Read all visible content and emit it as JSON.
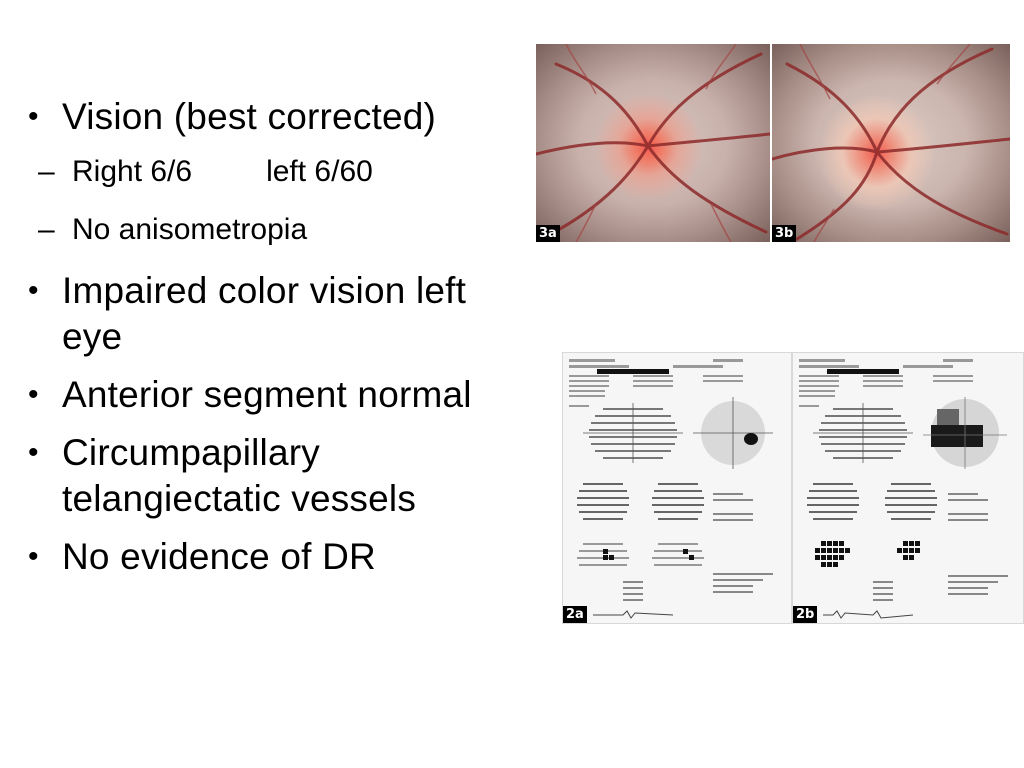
{
  "bullets": [
    {
      "text": "Vision (best corrected)"
    },
    {
      "text": "Impaired color vision left eye"
    },
    {
      "text": "Anterior segment normal"
    },
    {
      "text": "Circumpapillary telangiectatic vessels"
    },
    {
      "text": "No evidence of DR"
    }
  ],
  "sub_bullets": {
    "right_vision": "Right 6/6",
    "left_vision": "left 6/60",
    "anisometropia": "No anisometropia"
  },
  "bullet_glyph": "•",
  "dash_glyph": "–",
  "figures": {
    "photo_a_label": "3a",
    "photo_b_label": "3b",
    "field_a_label": "2a",
    "field_b_label": "2b"
  }
}
